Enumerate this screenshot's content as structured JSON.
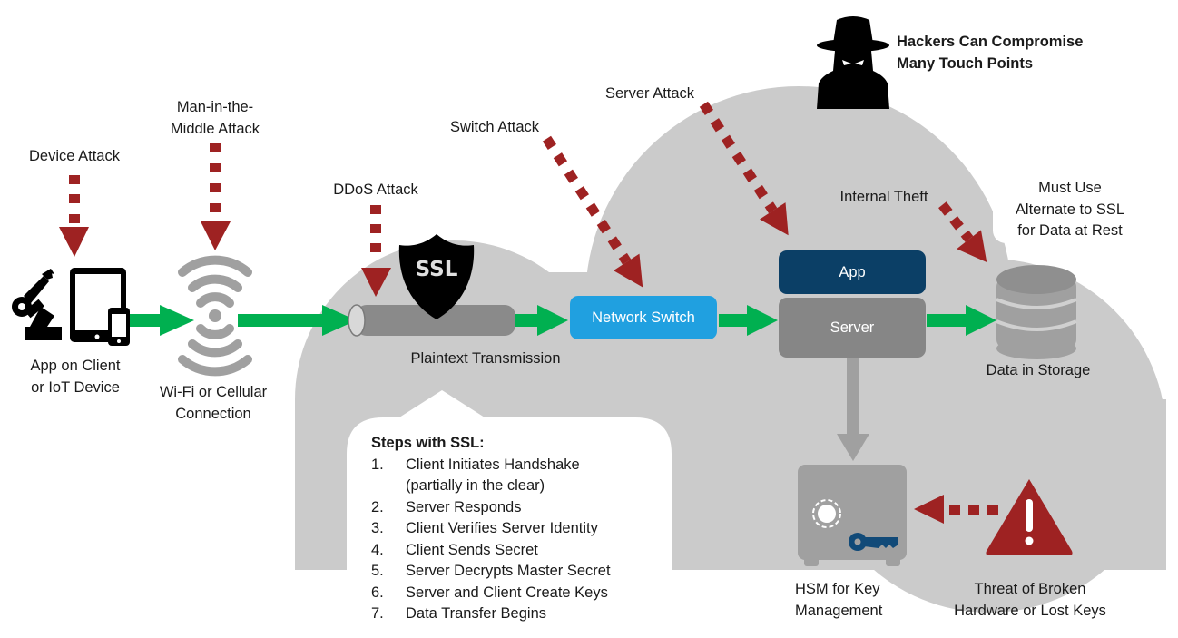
{
  "colors": {
    "cloud": "#cbcbcb",
    "attack_red": "#9e2222",
    "flow_green": "#00b050",
    "switch_blue": "#20a0e0",
    "app_navy": "#0b3f66",
    "server_gray": "#868686",
    "icon_gray": "#a0a0a0",
    "key_blue": "#114a78"
  },
  "hacker_note": {
    "line1": "Hackers Can Compromise",
    "line2": "Many Touch Points"
  },
  "attacks": {
    "device": "Device Attack",
    "mitm_line1": "Man-in-the-",
    "mitm_line2": "Middle Attack",
    "ddos": "DDoS Attack",
    "switch": "Switch Attack",
    "server": "Server Attack",
    "internal": "Internal Theft"
  },
  "nodes": {
    "client_line1": "App on Client",
    "client_line2": "or IoT Device",
    "wifi_line1": "Wi-Fi or Cellular",
    "wifi_line2": "Connection",
    "ssl_badge": "SSL",
    "pipe_label": "Plaintext Transmission",
    "network_switch": "Network Switch",
    "app": "App",
    "server": "Server",
    "storage": "Data in Storage",
    "hsm_line1": "HSM for Key",
    "hsm_line2": "Management",
    "threat_line1": "Threat of Broken",
    "threat_line2": "Hardware or Lost Keys"
  },
  "storage_note": {
    "line1": "Must Use",
    "line2": "Alternate to SSL",
    "line3": "for Data at Rest"
  },
  "steps": {
    "title": "Steps with SSL:",
    "items": [
      {
        "num": "1.",
        "text": "Client Initiates Handshake",
        "text2": "(partially in the clear)"
      },
      {
        "num": "2.",
        "text": "Server Responds"
      },
      {
        "num": "3.",
        "text": "Client Verifies Server Identity"
      },
      {
        "num": "4.",
        "text": "Client Sends Secret"
      },
      {
        "num": "5.",
        "text": "Server Decrypts Master Secret"
      },
      {
        "num": "6.",
        "text": "Server and Client Create Keys"
      },
      {
        "num": "7.",
        "text": "Data Transfer Begins"
      }
    ]
  }
}
